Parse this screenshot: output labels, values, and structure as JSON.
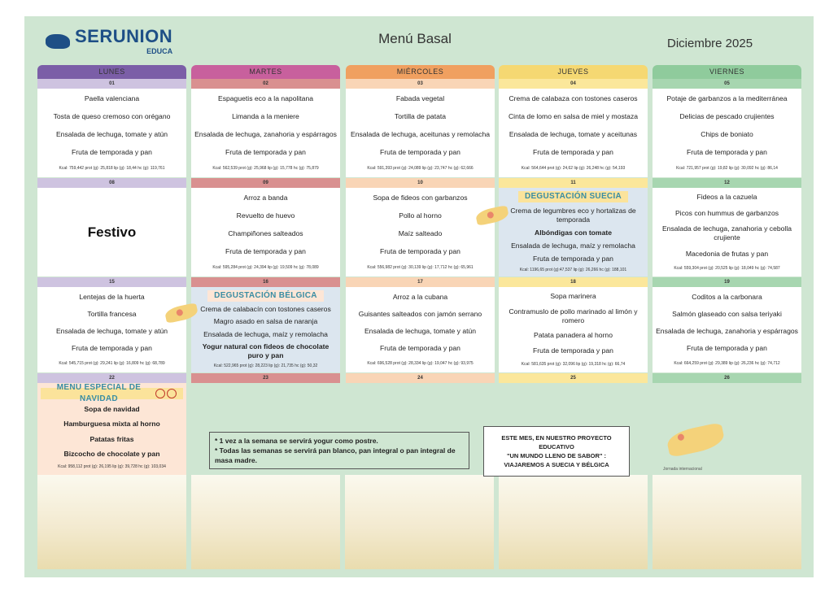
{
  "header": {
    "brand": "SERUNION",
    "brand_sub": "EDUCA",
    "title": "Menú Basal",
    "month": "Diciembre 2025"
  },
  "days": [
    {
      "label": "LUNES",
      "tab": "#7b5ea7",
      "num": "#cec3e0"
    },
    {
      "label": "MARTES",
      "tab": "#c8609d",
      "num": "#d99090"
    },
    {
      "label": "MIÉRCOLES",
      "tab": "#f0a060",
      "num": "#f9d5b6"
    },
    {
      "label": "JUEVES",
      "tab": "#f5d872",
      "num": "#fbe79b"
    },
    {
      "label": "VIERNES",
      "tab": "#8fcb9c",
      "num": "#a7d6b0"
    }
  ],
  "weeks": [
    [
      {
        "num": "01",
        "items": [
          "Paella valenciana",
          "Tosta de queso cremoso con orégano",
          "Ensalada de lechuga, tomate y atún",
          "Fruta de temporada y pan"
        ],
        "kcal": "Kcal: 759,442 prot (g): 25,818 lip (g): 18,44 hc (g): 119,761"
      },
      {
        "num": "02",
        "items": [
          "Espaguetis eco a la napolitana",
          "Limanda a la meniere",
          "Ensalada de lechuga, zanahoria y espárragos",
          "Fruta de temporada y pan"
        ],
        "kcal": "Kcal: 562,539 prot (g): 25,968 lip (g): 15,778 hc (g): 75,879"
      },
      {
        "num": "03",
        "items": [
          "Fabada vegetal",
          "Tortilla de patata",
          "Ensalada de lechuga, aceitunas y remolacha",
          "Fruta de temporada y pan"
        ],
        "kcal": "Kcal: 591,393 prot (g): 24,089 lip (g): 23,747 hc (g): 62,666"
      },
      {
        "num": "04",
        "items": [
          "Crema de calabaza con tostones caseros",
          "Cinta de lomo en salsa de miel y mostaza",
          "Ensalada de lechuga, tomate y aceitunas",
          "Fruta de temporada y pan"
        ],
        "kcal": "Kcal: 564,644 prot (g): 24,62 lip (g): 26,248 hc (g): 54,193"
      },
      {
        "num": "05",
        "items": [
          "Potaje de garbanzos a la mediterránea",
          "Delicias de pescado crujientes",
          "Chips de boniato",
          "Fruta de temporada y pan"
        ],
        "kcal": "Kcal: 721,957 prot (g): 19,82 lip (g): 30,092 hc (g): 86,14"
      }
    ],
    [
      {
        "num": "08",
        "festivo": "Festivo",
        "items": [],
        "kcal": ""
      },
      {
        "num": "09",
        "items": [
          "Arroz a banda",
          "Revuelto de huevo",
          "Champiñones salteados",
          "Fruta de temporada y pan"
        ],
        "kcal": "Kcal: 595,284 prot (g): 24,394 lip (g): 19,509 hc (g): 78,089"
      },
      {
        "num": "10",
        "items": [
          "Sopa de fideos con garbanzos",
          "Pollo al horno",
          "Maíz salteado",
          "Fruta de temporada y pan"
        ],
        "kcal": "Kcal: 556,982 prot (g): 30,139 lip (g): 17,712 hc (g): 65,961"
      },
      {
        "num": "11",
        "banner": "DEGUSTACIÓN SUECIA",
        "tint": "#dce6ef",
        "bold": [
          1
        ],
        "items": [
          "Crema de legumbres eco y hortalizas de temporada",
          "Albóndigas con tomate",
          "Ensalada de lechuga, maíz y remolacha",
          "Fruta de temporada y pan"
        ],
        "kcal": "Kcal: 1196,65 prot (g):47,537 lip (g): 26,266 hc (g): 188,101"
      },
      {
        "num": "12",
        "items": [
          "Fideos a la cazuela",
          "Picos con hummus de garbanzos",
          "Ensalada de lechuga, zanahoria y cebolla crujiente",
          "Macedonia de frutas y pan"
        ],
        "kcal": "Kcal: 559,304 prot (g): 20,525 lip (g): 18,049 hc (g): 74,587"
      }
    ],
    [
      {
        "num": "15",
        "items": [
          "Lentejas de la huerta",
          "Tortilla francesa",
          "Ensalada de lechuga, tomate y atún",
          "Fruta de temporada y pan"
        ],
        "kcal": "Kcal: 545,715 prot (g): 29,241 lip (g): 16,809 hc (g): 68,789"
      },
      {
        "num": "16",
        "banner": "DEGUSTACIÓN BÉLGICA",
        "tint": "#dce6ef",
        "bold": [
          3
        ],
        "items": [
          "Crema de calabacín con tostones caseros",
          "Magro asado en salsa de naranja",
          "Ensalada de lechuga, maíz y remolacha",
          "Yogur natural con fideos de chocolate puro y pan"
        ],
        "kcal": "Kcal: 522,965 prot (g): 28,223 lip (g): 21,735 hc (g): 50,32"
      },
      {
        "num": "17",
        "items": [
          "Arroz a la cubana",
          "Guisantes salteados con jamón serrano",
          "Ensalada de lechuga, tomate y atún",
          "Fruta de temporada y pan"
        ],
        "kcal": "Kcal: 696,528 prot (g): 28,334 lip (g): 19,047 hc (g): 93,975"
      },
      {
        "num": "18",
        "items": [
          "Sopa marinera",
          "Contramuslo de pollo marinado al limón y romero",
          "Patata panadera al horno",
          "Fruta de temporada y pan"
        ],
        "kcal": "Kcal: 581,635 prot (g): 32,096 lip (g): 19,318 hc (g): 66,74"
      },
      {
        "num": "19",
        "items": [
          "Coditos a la carbonara",
          "Salmón glaseado con salsa teriyaki",
          "Ensalada de lechuga, zanahoria y espárragos",
          "Fruta de temporada y pan"
        ],
        "kcal": "Kcal: 664,259 prot (g): 29,389 lip (g): 26,236 hc (g): 74,712"
      }
    ],
    [
      {
        "num": "22",
        "banner": "MENÚ ESPECIAL DE NAVIDAD",
        "tint": "#fde6d6",
        "bold": [
          0,
          1,
          2,
          3
        ],
        "items": [
          "Sopa de navidad",
          "Hamburguesa mixta al horno",
          "Patatas fritas",
          "Bizcocho de chocolate y pan"
        ],
        "kcal": "Kcal: 958,112 prot (g): 26,195 lip (g): 39,728 hc (g): 103,034"
      },
      {
        "num": "23",
        "items": [],
        "kcal": ""
      },
      {
        "num": "24",
        "items": [],
        "kcal": ""
      },
      {
        "num": "25",
        "items": [],
        "kcal": ""
      },
      {
        "num": "26",
        "items": [],
        "kcal": ""
      }
    ]
  ],
  "notes": {
    "line1": "* 1 vez a la semana se servirá yogur como postre.",
    "line2": "* Todas las semanas se servirá pan blanco, pan integral o pan integral de masa madre."
  },
  "project": {
    "line1": "ESTE MES, EN NUESTRO PROYECTO EDUCATIVO",
    "line2": "\"UN MUNDO LLENO DE SABOR\" :",
    "line3": "VIAJAREMOS A SUECIA Y BÉLGICA"
  },
  "jornada": "Jornada internacional"
}
